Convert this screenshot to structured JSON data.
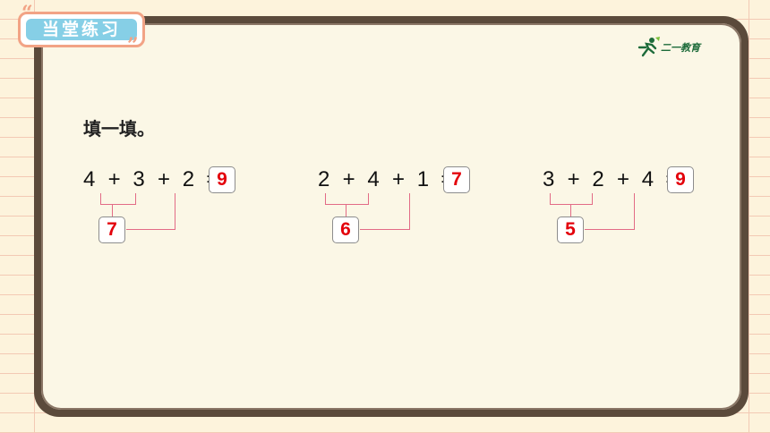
{
  "header": {
    "title": "当堂练习"
  },
  "logo": {
    "text": "二一教育"
  },
  "instruction": "填一填。",
  "problems": [
    {
      "terms": [
        "4",
        "+",
        "3",
        "+",
        "2",
        "="
      ],
      "answer": "9",
      "partial": "7"
    },
    {
      "terms": [
        "2",
        "+",
        "4",
        "+",
        "1",
        "="
      ],
      "answer": "7",
      "partial": "6"
    },
    {
      "terms": [
        "3",
        "+",
        "2",
        "+",
        "4",
        "="
      ],
      "answer": "9",
      "partial": "5"
    }
  ],
  "colors": {
    "answer": "#e3000b",
    "bracket": "#e26b86",
    "board": "#5b4a3b",
    "tag": "#86cfe6"
  }
}
